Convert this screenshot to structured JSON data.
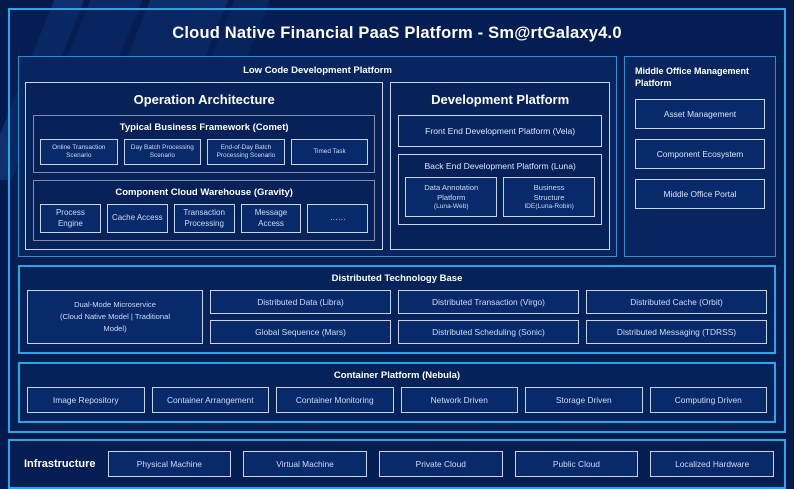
{
  "title": "Cloud Native Financial PaaS Platform - Sm@rtGalaxy4.0",
  "colors": {
    "page_background": "#041a4d",
    "panel_border_cyan": "#27a7e6",
    "box_border_light": "#c6d3e8",
    "box_fill": "#082a6b",
    "text_primary": "#ffffff",
    "text_secondary": "#cddcf5"
  },
  "low_code": {
    "title": "Low Code Development Platform",
    "operation_architecture": {
      "title": "Operation Architecture",
      "business_framework": {
        "title": "Typical Business Framework (Comet)",
        "items": [
          "Online Transaction Scenario",
          "Day Batch Processing Scenario",
          "End-of-Day Batch Processing Scenario",
          "Timed Task"
        ]
      },
      "component_warehouse": {
        "title": "Component Cloud Warehouse (Gravity)",
        "items": [
          "Process Engine",
          "Cache Access",
          "Transaction Processing",
          "Message Access",
          "……"
        ]
      }
    },
    "development_platform": {
      "title": "Development Platform",
      "front_end": "Front End Development Platform (Vela)",
      "back_end": {
        "title": "Back End Development Platform (Luna)",
        "items": [
          {
            "line1": "Data Annotation",
            "line2": "Platform",
            "line3": "(Luna-Web)"
          },
          {
            "line1": "Business",
            "line2": "Structure",
            "line3": "IDE(Luna-Robin)"
          }
        ]
      }
    }
  },
  "middle_office": {
    "title": "Middle Office Management Platform",
    "items": [
      "Asset Management",
      "Component Ecosystem",
      "Middle Office Portal"
    ]
  },
  "distributed_technology_base": {
    "title": "Distributed Technology Base",
    "highlight": "Dual-Mode Microservice (Cloud Native Model | Traditional Model)",
    "highlight_lines": [
      "Dual-Mode Microservice",
      "(Cloud Native Model | Traditional",
      "Model)"
    ],
    "row1": [
      "Distributed Data (Libra)",
      "Distributed Transaction (Virgo)",
      "Distributed Cache (Orbit)"
    ],
    "row2": [
      "Global Sequence (Mars)",
      "Distributed Scheduling (Sonic)",
      "Distributed Messaging (TDRSS)"
    ]
  },
  "container_platform": {
    "title": "Container Platform (Nebula)",
    "items": [
      "Image Repository",
      "Container Arrangement",
      "Container Monitoring",
      "Network Driven",
      "Storage Driven",
      "Computing Driven"
    ]
  },
  "infrastructure": {
    "label": "Infrastructure",
    "items": [
      "Physical Machine",
      "Virtual Machine",
      "Private Cloud",
      "Public Cloud",
      "Localized Hardware"
    ]
  }
}
